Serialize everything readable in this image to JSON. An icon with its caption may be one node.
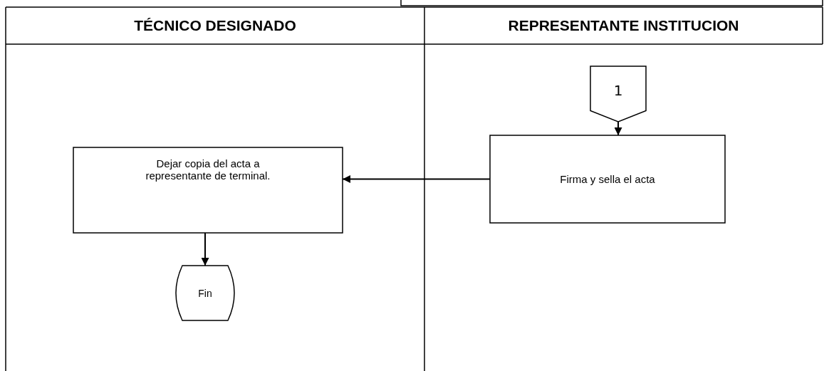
{
  "diagram": {
    "nodes": [
      {
        "text": [],
        "shape": "box"
      },
      {
        "text": [
          "TÉCNICO DESIGNADO"
        ]
      },
      {
        "text": [
          "REPRESENTANTE INSTITUCION"
        ]
      },
      {
        "text": [
          "1"
        ]
      },
      {
        "text": [
          "Firma y sella el acta"
        ]
      },
      {
        "text": [
          "Dejar copia del acta a representante de terminal."
        ]
      },
      {
        "text": [
          "Fin"
        ]
      }
    ],
    "edges": [
      {
        "from": 3,
        "to": 4,
        "arrow": "to"
      },
      {
        "from": 4,
        "to": 5,
        "arrow": "to"
      },
      {
        "from": 5,
        "to": 6,
        "arrow": "to"
      }
    ]
  }
}
